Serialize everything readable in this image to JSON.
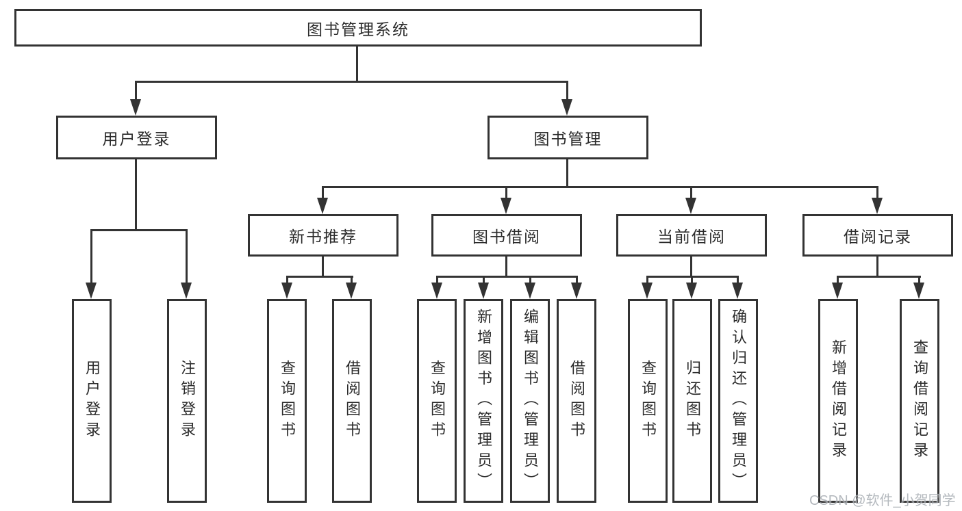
{
  "title": "图书管理系统",
  "branches": {
    "user_login": "用户登录",
    "book_management": "图书管理"
  },
  "modules": {
    "new_book_recommend": "新书推荐",
    "book_borrow": "图书借阅",
    "current_borrow": "当前借阅",
    "borrow_record": "借阅记录"
  },
  "leaves": {
    "user_login": [
      "用户登录",
      "注销登录"
    ],
    "new_book_recommend": [
      "查询图书",
      "借阅图书"
    ],
    "book_borrow": [
      "查询图书",
      "新增图书（管理员）",
      "编辑图书（管理员）",
      "借阅图书"
    ],
    "current_borrow": [
      "查询图书",
      "归还图书",
      "确认归还（管理员）"
    ],
    "borrow_record": [
      "新增借阅记录",
      "查询借阅记录"
    ]
  },
  "watermark": "CSDN @软件_小贺同学",
  "colors": {
    "line": "#333333",
    "text": "#2b2b2b",
    "background": "#ffffff",
    "watermark": "#a8adb3"
  }
}
